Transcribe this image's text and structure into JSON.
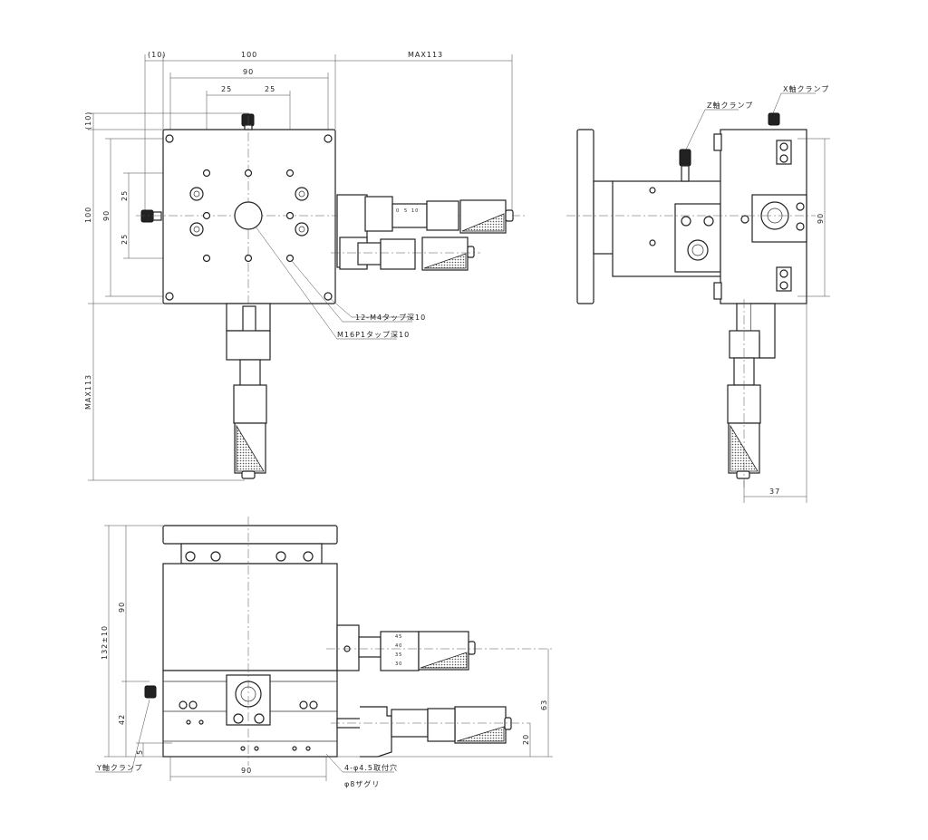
{
  "top_view": {
    "dims": {
      "offset_x": "(10)",
      "width": "100",
      "max_travel_x": "MAX113",
      "hole_pitch_x": "90",
      "half_pitch_left": "25",
      "half_pitch_right": "25",
      "offset_y": "(10)",
      "height": "100",
      "hole_pitch_y": "90",
      "half_pitch_top": "25",
      "half_pitch_bottom": "25",
      "max_travel_y": "MAX113"
    },
    "callouts": {
      "tapped_holes": "12-M4タップ深10",
      "center_tap": "M16P1タップ深10"
    }
  },
  "side_view": {
    "labels": {
      "z_clamp": "Z軸クランプ",
      "x_clamp": "X軸クランプ"
    },
    "dims": {
      "height": "90",
      "depth": "37"
    }
  },
  "front_view": {
    "labels": {
      "y_clamp": "Y軸クランプ",
      "mount_holes": "4-φ4.5取付穴",
      "counterbore": "φ8ザグリ"
    },
    "dims": {
      "total_height": "132±10",
      "upper_height": "90",
      "lower_height": "42",
      "base_offset": "5",
      "base_width": "90",
      "z_micrometer_height": "63",
      "y_micrometer_height": "20"
    }
  },
  "micrometer_scale": [
    "0",
    "5",
    "10",
    "45",
    "40",
    "35",
    "30"
  ]
}
